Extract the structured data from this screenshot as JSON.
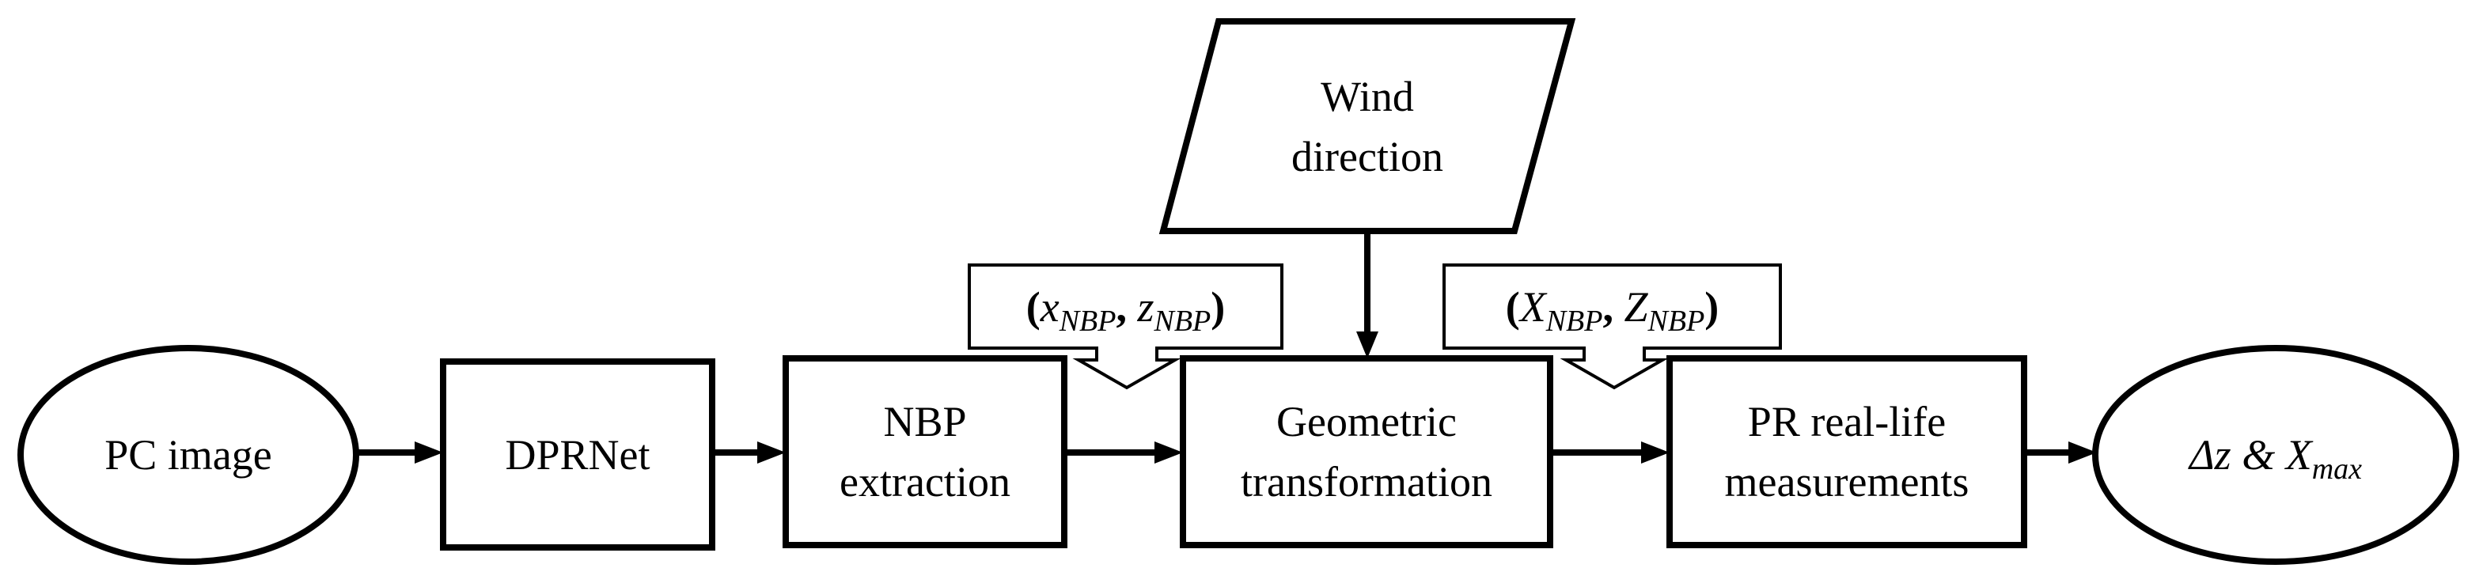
{
  "nodes": {
    "pc_image": "PC image",
    "dprnet": "DPRNet",
    "nbp_extraction": {
      "line1": "NBP",
      "line2": "extraction"
    },
    "wind_direction": {
      "line1": "Wind",
      "line2": "direction"
    },
    "geometric_transformation": {
      "line1": "Geometric",
      "line2": "transformation"
    },
    "pr_measurements": {
      "line1": "PR real-life",
      "line2": "measurements"
    },
    "output": {
      "delta": "Δz",
      "amp": "&",
      "x": "X",
      "x_sub": "max"
    }
  },
  "callouts": {
    "nbp_image_coords": {
      "x": "x",
      "x_sub": "NBP",
      "z": "z",
      "z_sub": "NBP"
    },
    "nbp_world_coords": {
      "x": "X",
      "x_sub": "NBP",
      "z": "Z",
      "z_sub": "NBP"
    }
  },
  "colors": {
    "stroke": "#000000",
    "fill": "#ffffff"
  }
}
